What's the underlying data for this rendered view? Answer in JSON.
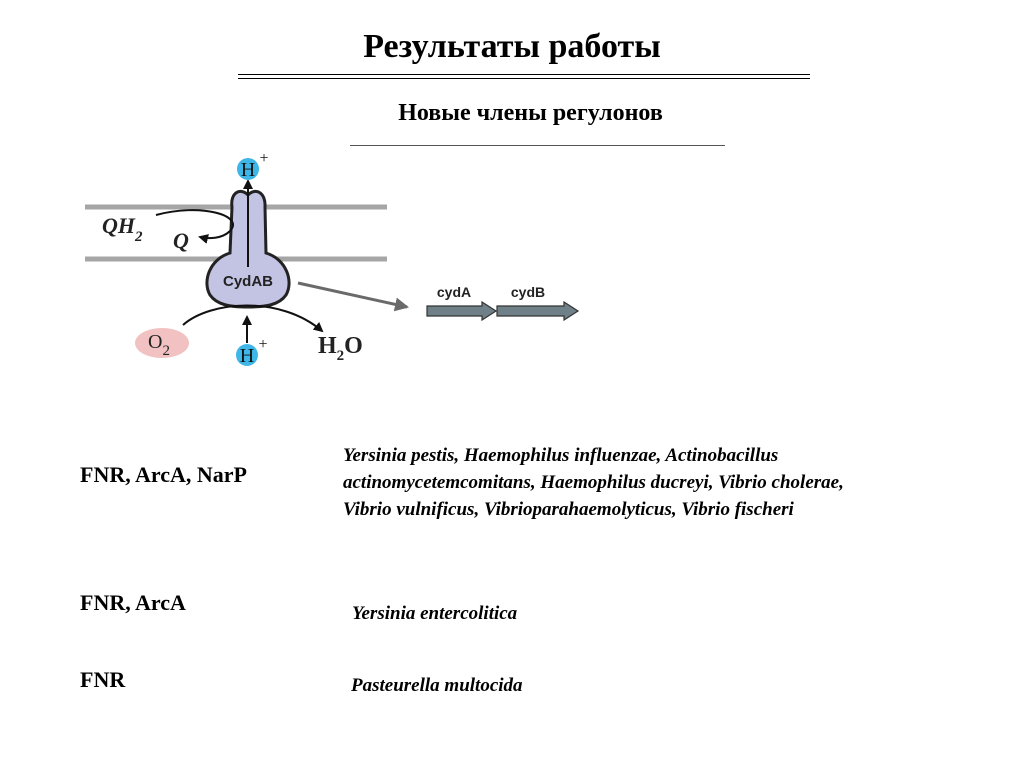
{
  "title": "Результаты работы",
  "subtitle": "Новые члены регулонов",
  "diagram": {
    "protein_label": "CydAB",
    "qh2_label": "QH",
    "qh2_subscript": "2",
    "q_label": "Q",
    "o2_label": "O",
    "o2_subscript": "2",
    "h_label": "H",
    "h_superscript": "+",
    "h2o_label_h": "H",
    "h2o_label_sub": "2",
    "h2o_label_o": "O",
    "gene_a": "cydA",
    "gene_b": "cydB",
    "colors": {
      "membrane": "#a6a6a6",
      "protein_fill": "#c3c3e3",
      "proton_fill": "#3fb6e8",
      "oxygen_fill": "#f2c2c2",
      "gene_arrow_fill": "#6f8089"
    }
  },
  "regulons": [
    {
      "regulators": "FNR, ArcA, NarP",
      "species_lines": [
        "Yersinia pestis, Haemophilus influenzae, Actinobacillus",
        "actinomycetemcomitans, Haemophilus ducreyi, Vibrio cholerae,",
        "Vibrio vulnificus, Vibrioparahaemolyticus, Vibrio fischeri"
      ]
    },
    {
      "regulators": "FNR, ArcA",
      "species_lines": [
        "Yersinia entercolitica"
      ]
    },
    {
      "regulators": "FNR",
      "species_lines": [
        "Pasteurella multocida"
      ]
    }
  ]
}
